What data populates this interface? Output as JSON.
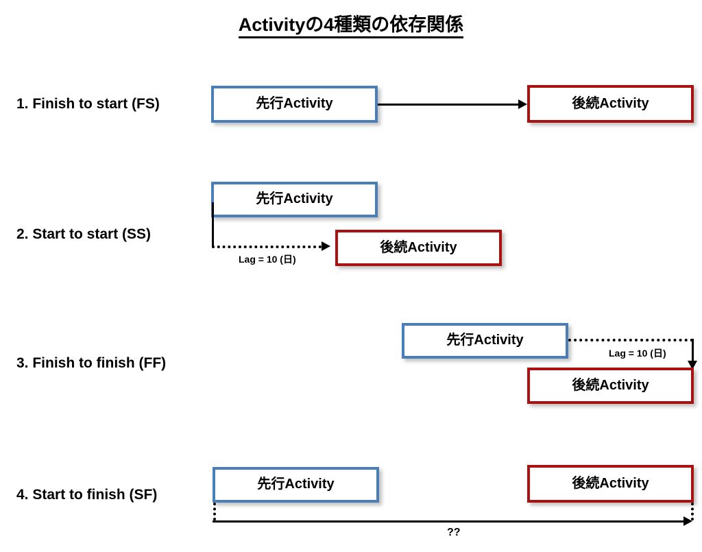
{
  "title": {
    "text": "Activityの4種類の依存関係"
  },
  "colors": {
    "predecessor_border": "#4a7ebb",
    "successor_border": "#aa1111",
    "line": "#000000",
    "background": "#ffffff"
  },
  "labels": {
    "predecessor": "先行Activity",
    "successor": "後続Activity"
  },
  "rows": [
    {
      "number": "1",
      "label": "1. Finish to start (FS)",
      "predecessor": "先行Activity",
      "successor": "後続Activity",
      "connector": "solid-arrow",
      "connector_label": ""
    },
    {
      "number": "2",
      "label": "2. Start to start (SS)",
      "predecessor": "先行Activity",
      "successor": "後続Activity",
      "connector": "dotted-arrow",
      "connector_label": "Lag = 10 (日)"
    },
    {
      "number": "3",
      "label": "3. Finish to finish (FF)",
      "predecessor": "先行Activity",
      "successor": "後続Activity",
      "connector": "dotted-arrow",
      "connector_label": "Lag = 10 (日)"
    },
    {
      "number": "4",
      "label": "4. Start to finish (SF)",
      "predecessor": "先行Activity",
      "successor": "後続Activity",
      "connector": "solid-arrow",
      "connector_label": "??"
    }
  ]
}
